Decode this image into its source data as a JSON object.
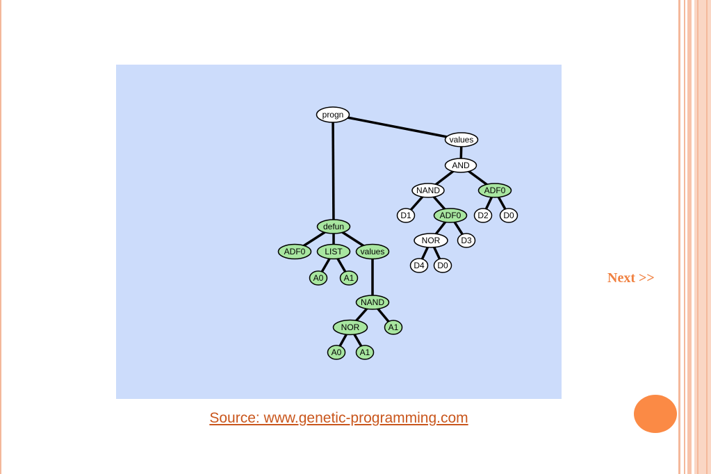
{
  "slide": {
    "source_text": "Source: www.genetic-programming.com",
    "next_label": "Next >>"
  },
  "colors": {
    "panel_background": "#ccdcfb",
    "function_defining_branch_fill": "#a8e6a0",
    "result_producing_branch_fill": "#ffffff",
    "accent_orange": "#fb8a45",
    "link_color": "#c9561c"
  },
  "tree": {
    "nodes": [
      {
        "id": "progn",
        "label": "progn",
        "branch": "root"
      },
      {
        "id": "values_main",
        "label": "values",
        "branch": "result"
      },
      {
        "id": "and",
        "label": "AND",
        "branch": "result"
      },
      {
        "id": "nand_r",
        "label": "NAND",
        "branch": "result"
      },
      {
        "id": "adf0_r1",
        "label": "ADF0",
        "branch": "call"
      },
      {
        "id": "d1",
        "label": "D1",
        "branch": "result"
      },
      {
        "id": "adf0_r2",
        "label": "ADF0",
        "branch": "call"
      },
      {
        "id": "d2",
        "label": "D2",
        "branch": "result"
      },
      {
        "id": "d0_a",
        "label": "D0",
        "branch": "result"
      },
      {
        "id": "nor_r",
        "label": "NOR",
        "branch": "result"
      },
      {
        "id": "d3",
        "label": "D3",
        "branch": "result"
      },
      {
        "id": "d4",
        "label": "D4",
        "branch": "result"
      },
      {
        "id": "d0_b",
        "label": "D0",
        "branch": "result"
      },
      {
        "id": "defun",
        "label": "defun",
        "branch": "adf"
      },
      {
        "id": "adf0_name",
        "label": "ADF0",
        "branch": "adf"
      },
      {
        "id": "list",
        "label": "LIST",
        "branch": "adf"
      },
      {
        "id": "values_adf",
        "label": "values",
        "branch": "adf"
      },
      {
        "id": "a0_arg",
        "label": "A0",
        "branch": "adf"
      },
      {
        "id": "a1_arg",
        "label": "A1",
        "branch": "adf"
      },
      {
        "id": "nand_adf",
        "label": "NAND",
        "branch": "adf"
      },
      {
        "id": "nor_adf",
        "label": "NOR",
        "branch": "adf"
      },
      {
        "id": "a1_nand",
        "label": "A1",
        "branch": "adf"
      },
      {
        "id": "a0_nor",
        "label": "A0",
        "branch": "adf"
      },
      {
        "id": "a1_nor",
        "label": "A1",
        "branch": "adf"
      }
    ],
    "edges": [
      [
        "progn",
        "values_main"
      ],
      [
        "progn",
        "defun"
      ],
      [
        "values_main",
        "and"
      ],
      [
        "and",
        "nand_r"
      ],
      [
        "and",
        "adf0_r1"
      ],
      [
        "nand_r",
        "d1"
      ],
      [
        "nand_r",
        "adf0_r2"
      ],
      [
        "adf0_r1",
        "d2"
      ],
      [
        "adf0_r1",
        "d0_a"
      ],
      [
        "adf0_r2",
        "nor_r"
      ],
      [
        "adf0_r2",
        "d3"
      ],
      [
        "nor_r",
        "d4"
      ],
      [
        "nor_r",
        "d0_b"
      ],
      [
        "defun",
        "adf0_name"
      ],
      [
        "defun",
        "list"
      ],
      [
        "defun",
        "values_adf"
      ],
      [
        "list",
        "a0_arg"
      ],
      [
        "list",
        "a1_arg"
      ],
      [
        "values_adf",
        "nand_adf"
      ],
      [
        "nand_adf",
        "nor_adf"
      ],
      [
        "nand_adf",
        "a1_nand"
      ],
      [
        "nor_adf",
        "a0_nor"
      ],
      [
        "nor_adf",
        "a1_nor"
      ]
    ]
  }
}
